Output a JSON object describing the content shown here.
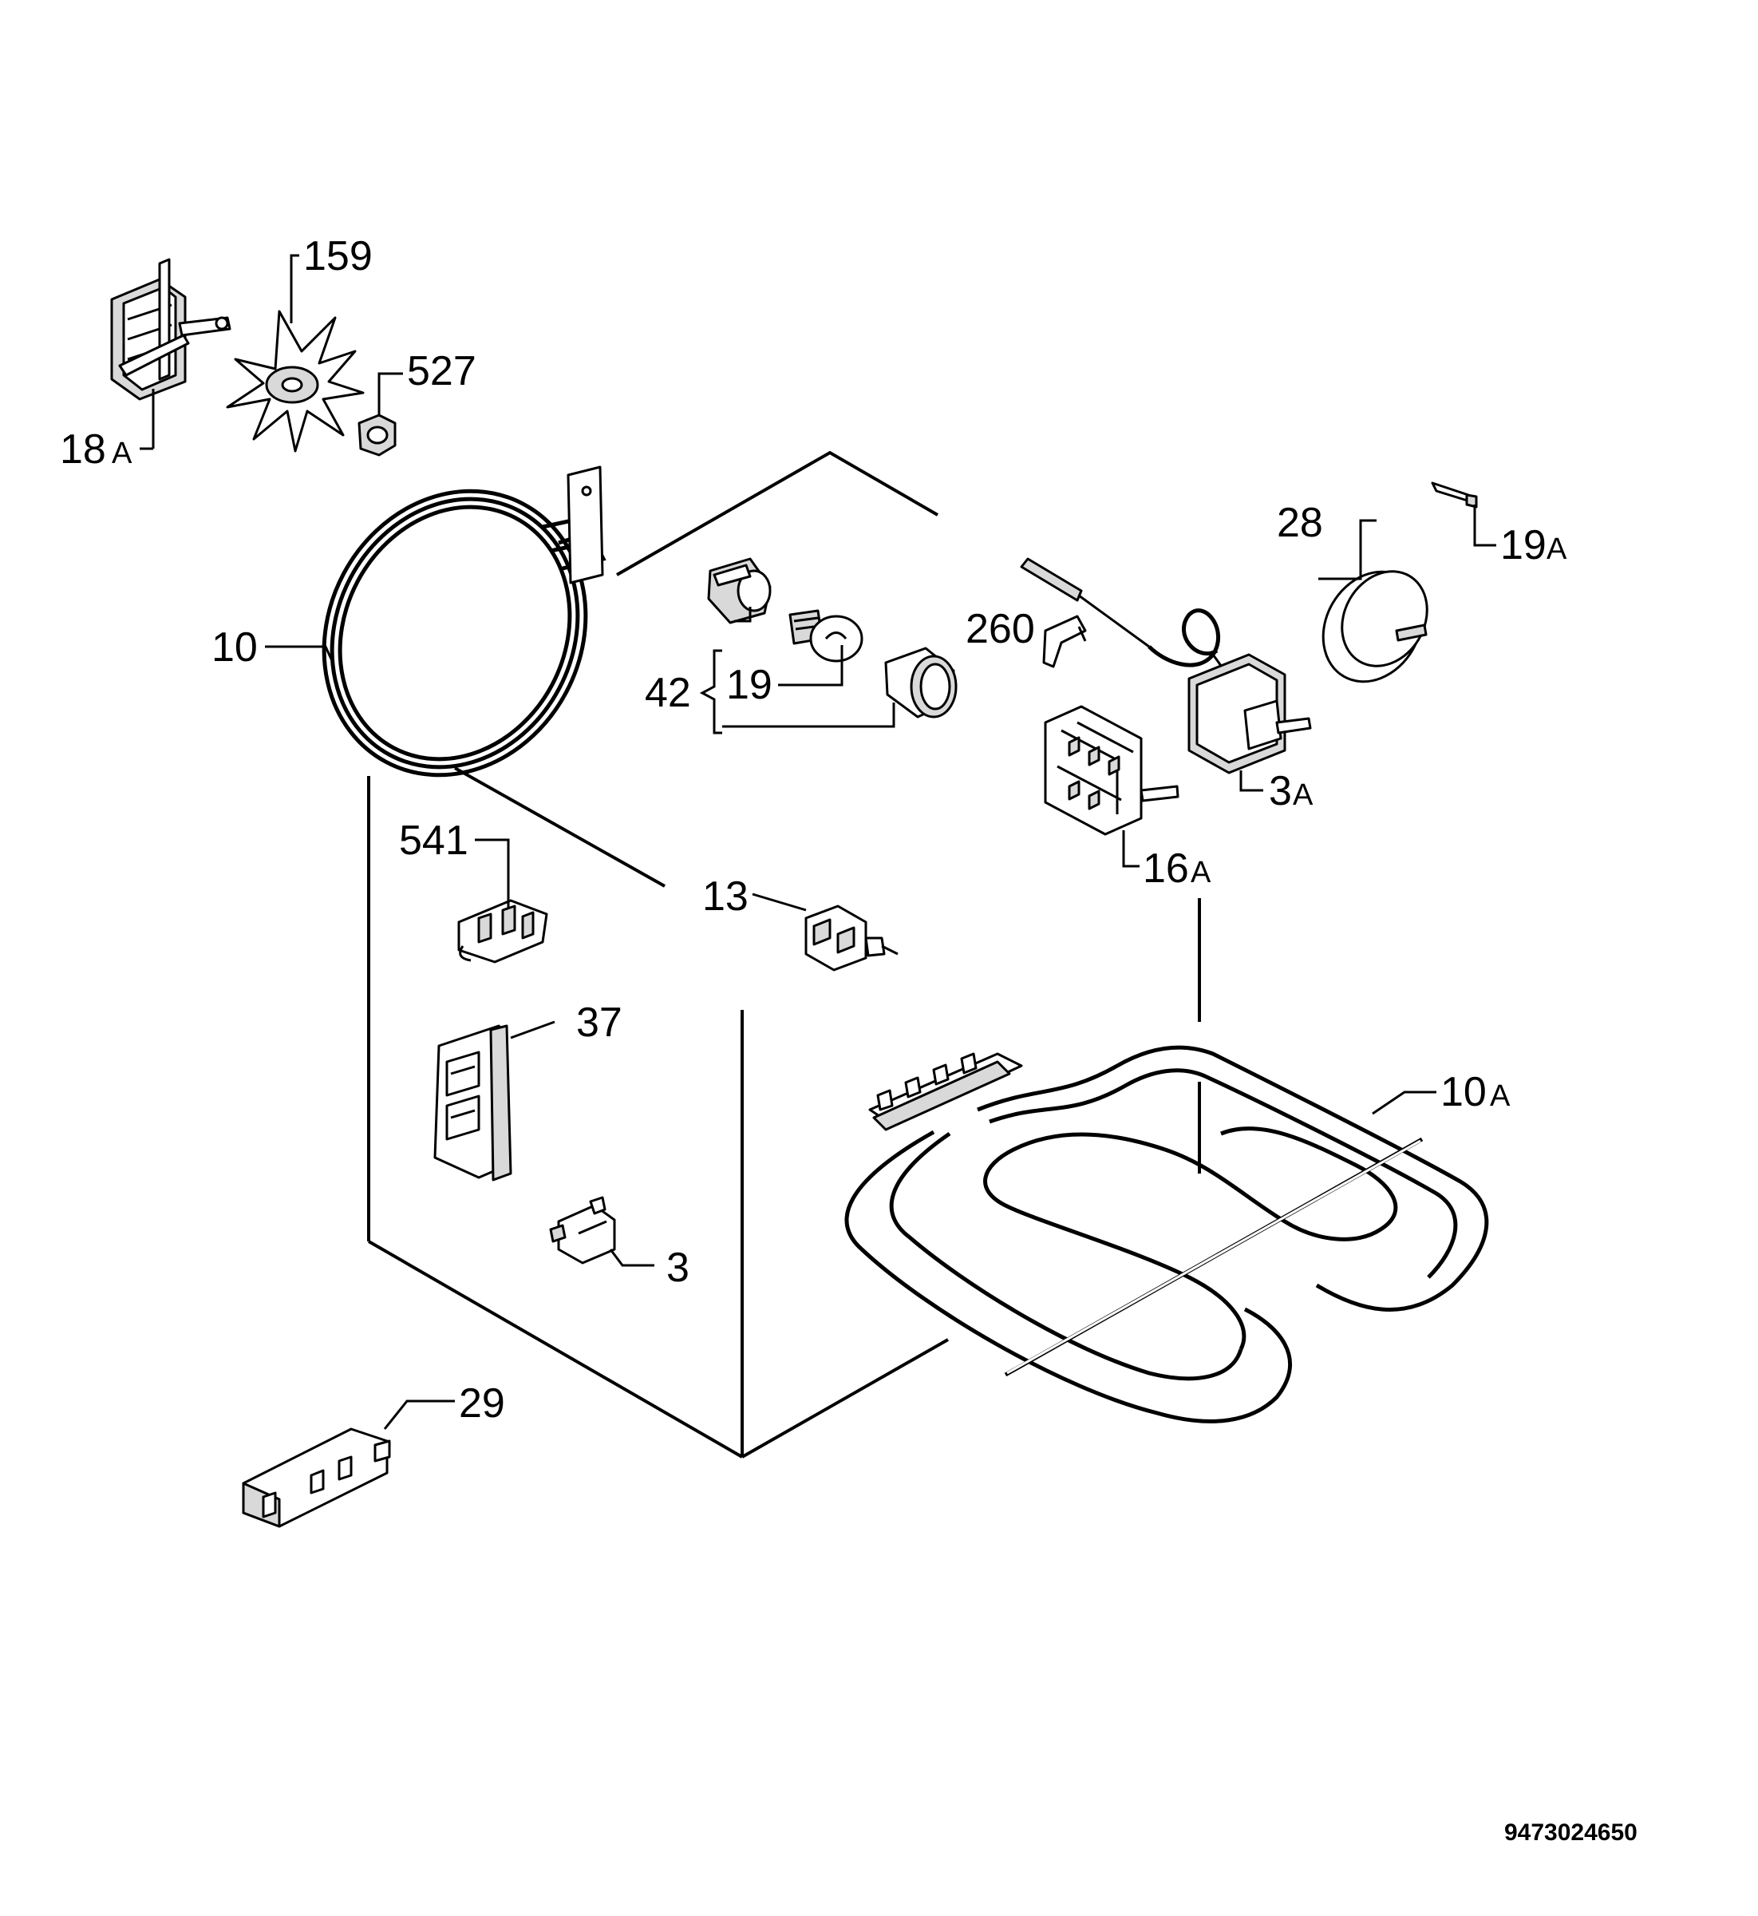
{
  "labels": {
    "l159": "159",
    "l527": "527",
    "l18a": "18",
    "l18a_suffix": "A",
    "l10": "10",
    "l28": "28",
    "l19a": "19",
    "l19a_suffix": "A",
    "l260": "260",
    "l42": "42",
    "l19": "19",
    "l3a": "3",
    "l3a_suffix": "A",
    "l16a": "16",
    "l16a_suffix": "A",
    "l541": "541",
    "l13": "13",
    "l37": "37",
    "l10a": "10",
    "l10a_suffix": "A",
    "l3": "3",
    "l29": "29"
  },
  "document_number": "9473024650"
}
